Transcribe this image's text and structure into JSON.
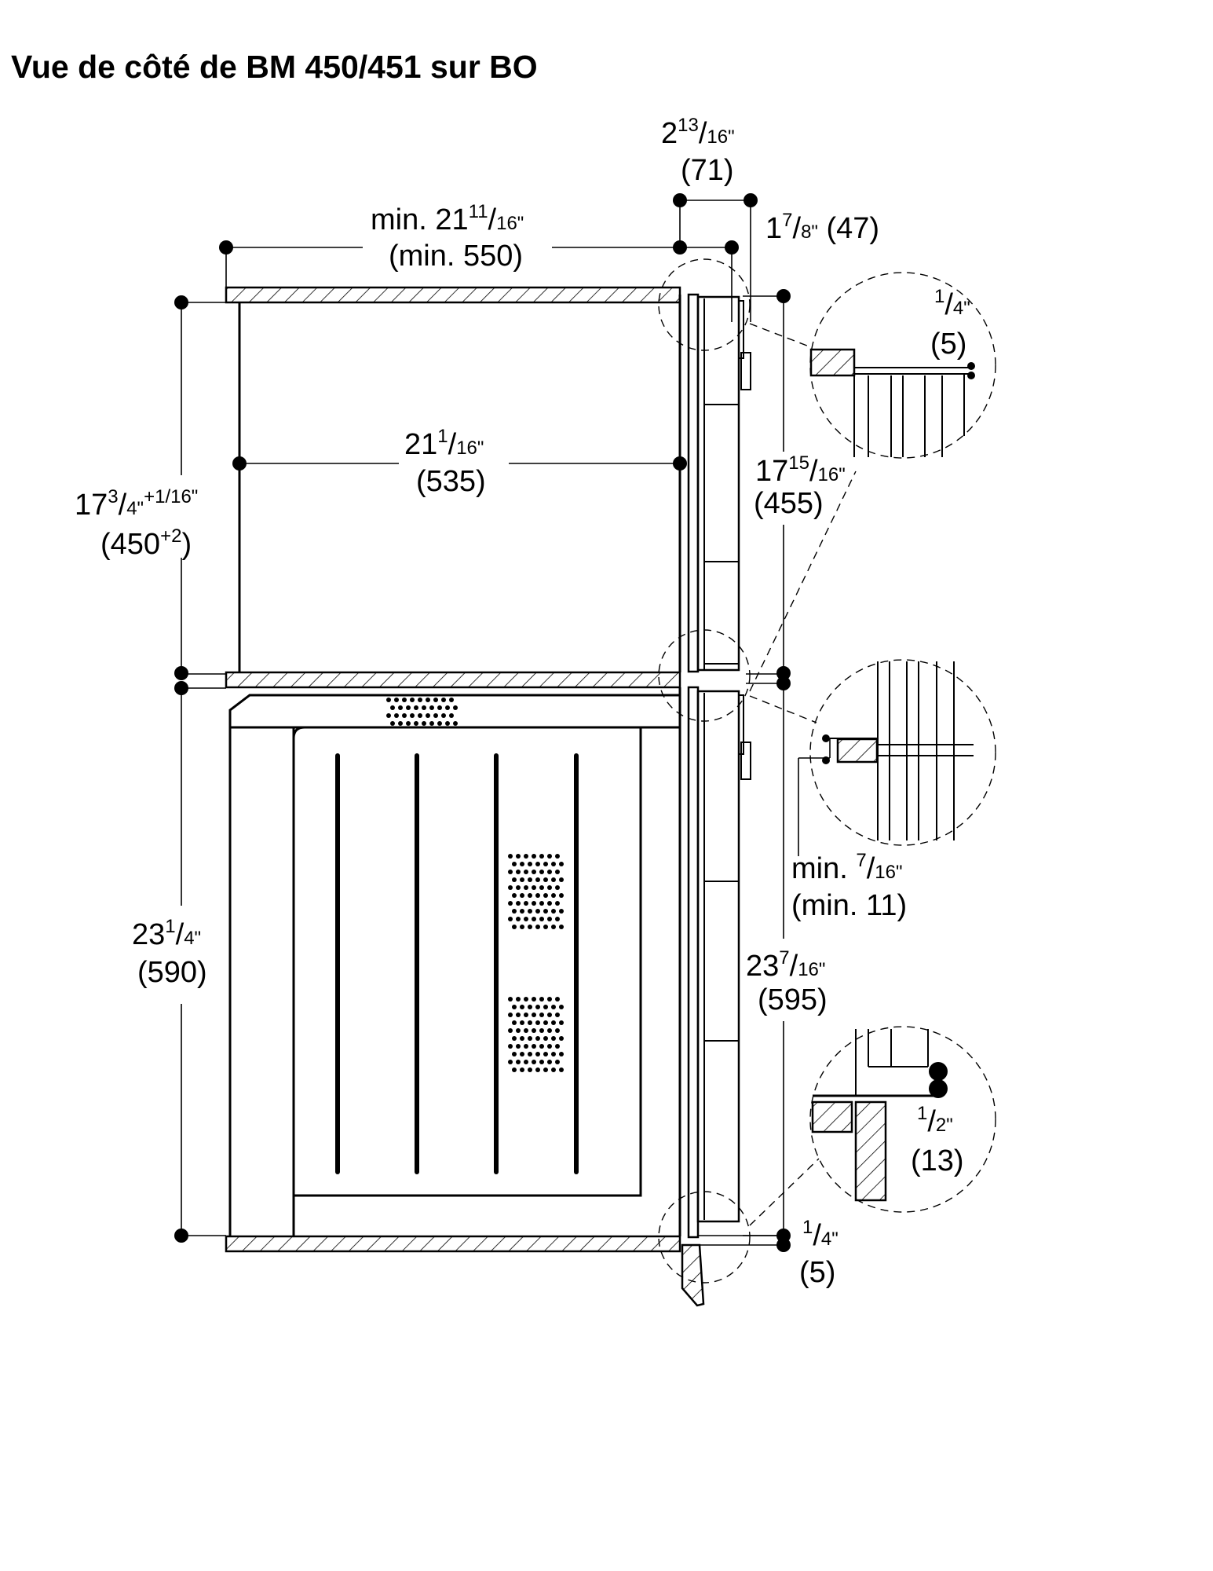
{
  "title": "Vue de côté de BM 450/451 sur BO",
  "dimensions": {
    "top_depth_71": {
      "whole": "2",
      "num": "13",
      "den": "16\"",
      "metric": "(71)"
    },
    "min_niche_depth": {
      "prefix": "min. 21",
      "num": "11",
      "den": "16\"",
      "metric": "(min. 550)"
    },
    "front_47": {
      "whole": "1",
      "num": "7",
      "den": "8\"",
      "suffix": " (47)"
    },
    "gap_5_top": {
      "num": "1",
      "den": "4\"",
      "metric": "(5)"
    },
    "depth_535": {
      "whole": "21",
      "num": "1",
      "den": "16\"",
      "metric": "(535)"
    },
    "height_450": {
      "whole": "17",
      "num": "3",
      "den": "4\"",
      "tol": "+1/16\"",
      "metric_base": "(450",
      "metric_tol": "+2",
      "metric_end": ")"
    },
    "height_455": {
      "whole": "17",
      "num": "15",
      "den": "16\"",
      "metric": "(455)"
    },
    "min_gap_11": {
      "prefix": "min. ",
      "num": "7",
      "den": "16\"",
      "metric": "(min. 11)"
    },
    "height_590": {
      "whole": "23",
      "num": "1",
      "den": "4\"",
      "metric": "(590)"
    },
    "height_595": {
      "whole": "23",
      "num": "7",
      "den": "16\"",
      "metric": "(595)"
    },
    "gap_13": {
      "num": "1",
      "den": "2\"",
      "metric": "(13)"
    },
    "gap_5_bottom": {
      "num": "1",
      "den": "4\"",
      "metric": "(5)"
    }
  }
}
